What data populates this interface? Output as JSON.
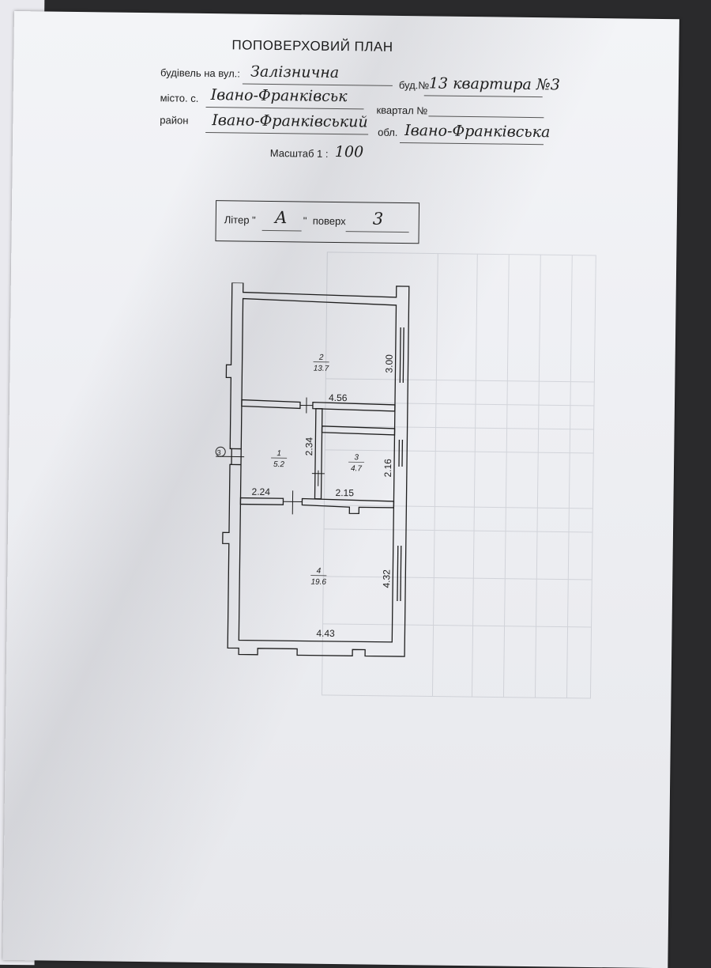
{
  "document": {
    "title": "ПОПОВЕРХОВИЙ ПЛАН",
    "street_label": "будівель на вул.:",
    "street_value": "Залізнична",
    "building_label": "буд.№",
    "building_value": "13 квартира №3",
    "city_label": "місто. с.",
    "city_value": "Івано-Франківськ",
    "quarter_label": "квартал №",
    "district_label": "район",
    "district_value": "Івано-Франківський",
    "region_label": "обл.",
    "region_value": "Івано-Франківська",
    "scale_label": "Масштаб 1 :",
    "scale_value": "100"
  },
  "liter_box": {
    "liter_label": "Літер \"",
    "liter_value": "А",
    "liter_close": "\"",
    "floor_label": "поверх",
    "floor_value": "3"
  },
  "plan": {
    "entrance_marker": "3",
    "rooms": [
      {
        "num": "2",
        "area": "13.7"
      },
      {
        "num": "1",
        "area": "5.2"
      },
      {
        "num": "3",
        "area": "4.7"
      },
      {
        "num": "4",
        "area": "19.6"
      }
    ],
    "dimensions": {
      "d_300": "3.00",
      "d_456": "4.56",
      "d_234": "2.34",
      "d_216": "2.16",
      "d_224": "2.24",
      "d_215": "2.15",
      "d_432": "4.32",
      "d_443": "4.43"
    }
  }
}
